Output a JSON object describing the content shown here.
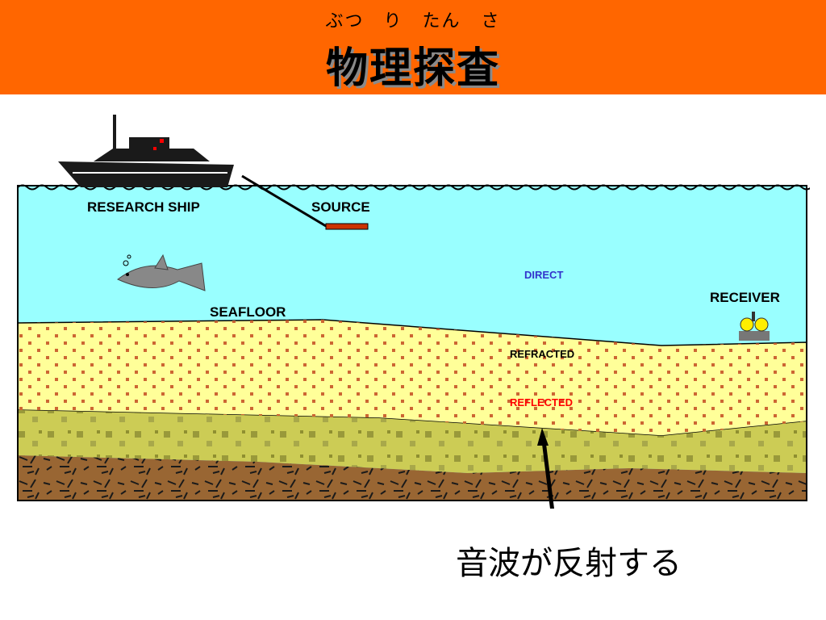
{
  "header": {
    "ruby": "ぶつ　り　たん さ",
    "title": "物理探査",
    "color": "#ff6600"
  },
  "diagram": {
    "labels": {
      "ship": "RESEARCH SHIP",
      "source": "SOURCE",
      "direct": "DIRECT",
      "receiver": "RECEIVER",
      "seafloor": "SEAFLOOR",
      "refracted": "REFRACTED",
      "reflected": "REFLECTED"
    },
    "colors": {
      "water": "#99ffff",
      "sediment": "#ffff99",
      "sediment_dots": "#cc6633",
      "layer2": "#cccc55",
      "bedrock": "#996633",
      "direct_text": "#3333cc",
      "reflected_text": "#ff0000",
      "source_bar": "#cc3300"
    }
  },
  "caption": "音波が反射する"
}
